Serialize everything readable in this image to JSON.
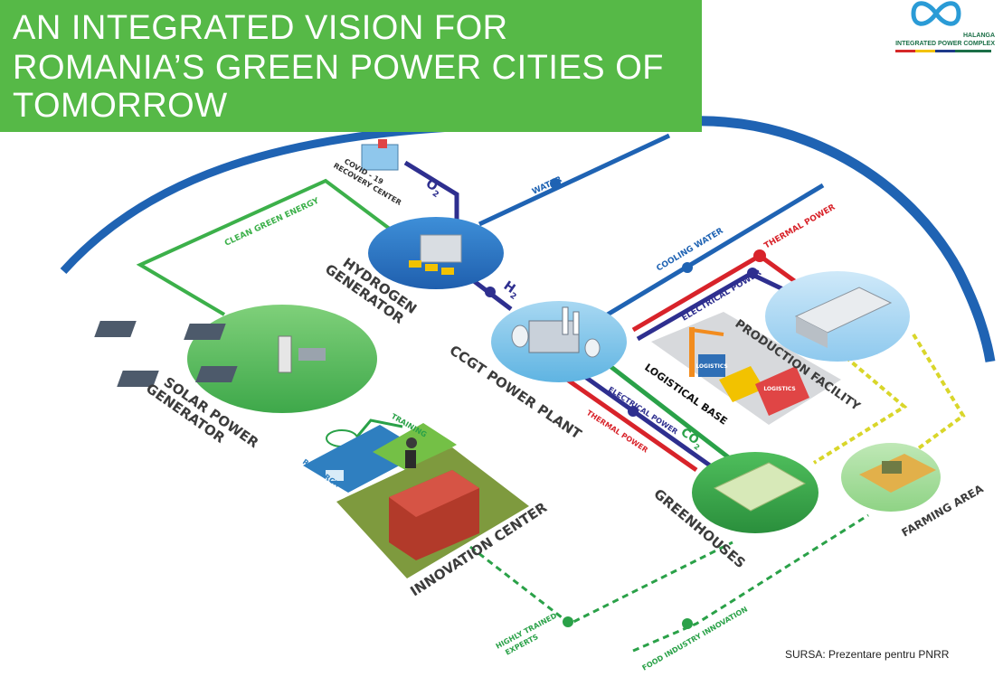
{
  "title": {
    "line1": "AN INTEGRATED VISION FOR",
    "line2": "ROMANIA’S GREEN POWER CITIES OF",
    "line3": "TOMORROW"
  },
  "logo": {
    "name_line1": "HALANGA",
    "name_line2": "INTEGRATED POWER COMPLEX",
    "colors": [
      "#1e88c8",
      "#2fbf8f",
      "#d62828",
      "#f2c200",
      "#1e3a8a"
    ]
  },
  "source": "SURSA: Prezentare pentru PNRR",
  "colors": {
    "title_bg": "#56b947",
    "water": "#1f63b3",
    "green_energy": "#3cb04a",
    "thermal": "#d8232a",
    "electrical": "#2e2f8f",
    "co2": "#2aa148",
    "dashed": "#2aa148",
    "yellow_link": "#d9d62a"
  },
  "nodes": {
    "covid": "COVID - 19\nRECOVERY CENTER",
    "hydrogen": "HYDROGEN\nGENERATOR",
    "ccgt": "CCGT POWER PLANT",
    "solar": "SOLAR POWER\nGENERATOR",
    "production": "PRODUCTION FACILITY",
    "logistical": "LOGISTICAL BASE",
    "innovation": "INNOVATION CENTER",
    "greenhouses": "GREENHOUSES",
    "farming": "FARMING AREA"
  },
  "links": {
    "o2": "O",
    "o2_sub": "2",
    "h2": "H",
    "h2_sub": "2",
    "co2": "CO",
    "co2_sub": "2",
    "water": "WATER",
    "cooling": "COOLING WATER",
    "clean": "CLEAN GREEN ENERGY",
    "thermal_top": "THERMAL POWER",
    "electrical_top": "ELECTRICAL POWER",
    "electrical_mid": "ELECTRICAL POWER",
    "thermal_mid": "THERMAL POWER",
    "training": "TRAINING",
    "research": "RESEARCH",
    "experts": "HIGHLY TRAINED\nEXPERTS",
    "food": "FOOD INDUSTRY INNOVATION"
  },
  "mini": {
    "logistics_sign": "LOGISTICS"
  }
}
